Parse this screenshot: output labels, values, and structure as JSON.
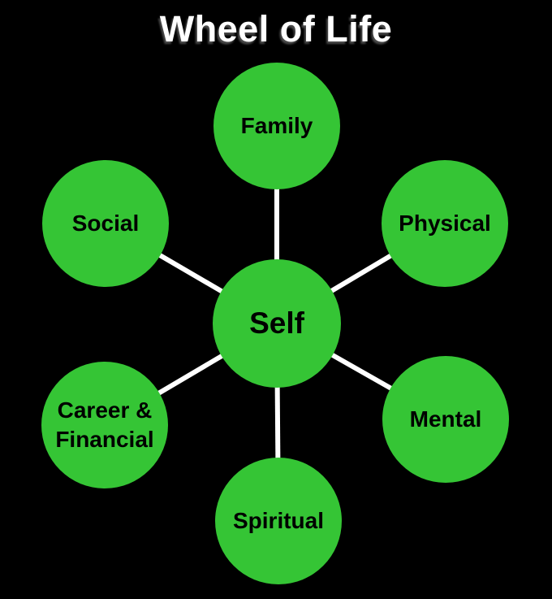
{
  "title": "Wheel of Life",
  "colors": {
    "background": "#000000",
    "circle_fill": "#35c535",
    "connector": "#ffffff",
    "title_text": "#ffffff",
    "label_text": "#000000"
  },
  "diagram": {
    "type": "hub-and-spoke",
    "center": {
      "label": "Self"
    },
    "nodes": [
      {
        "id": "family",
        "label": "Family",
        "position": "top"
      },
      {
        "id": "physical",
        "label": "Physical",
        "position": "upper-right"
      },
      {
        "id": "mental",
        "label": "Mental",
        "position": "lower-right"
      },
      {
        "id": "spiritual",
        "label": "Spiritual",
        "position": "bottom"
      },
      {
        "id": "career-financial",
        "label": "Career & Financial",
        "position": "lower-left"
      },
      {
        "id": "social",
        "label": "Social",
        "position": "upper-left"
      }
    ]
  }
}
